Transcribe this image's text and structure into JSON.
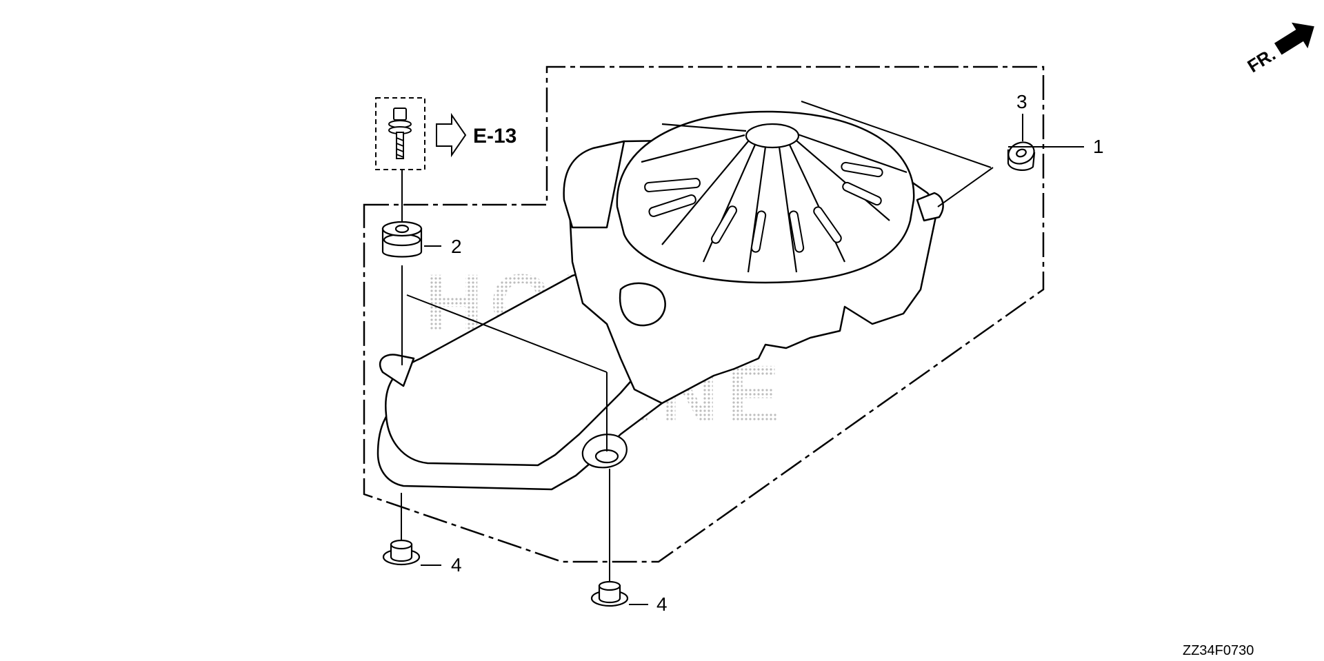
{
  "watermark": {
    "line1": "HONDA",
    "line2": "MARINE"
  },
  "direction_indicator": {
    "label": "FR."
  },
  "reference": {
    "label": "E-13"
  },
  "callouts": [
    {
      "label": "1",
      "part": "cover"
    },
    {
      "label": "2",
      "part": "grommet"
    },
    {
      "label": "3",
      "part": "grommet"
    },
    {
      "label": "4",
      "part": "collar"
    },
    {
      "label": "4",
      "part": "collar"
    }
  ],
  "diagram_code": "ZZ34F0730",
  "icons": [
    "fr-arrow-icon",
    "hollow-arrow-icon",
    "bolt-icon",
    "grommet-icon",
    "collar-icon"
  ],
  "colors": {
    "line": "#000000",
    "background": "#ffffff",
    "watermark": "#cfcfcf"
  }
}
